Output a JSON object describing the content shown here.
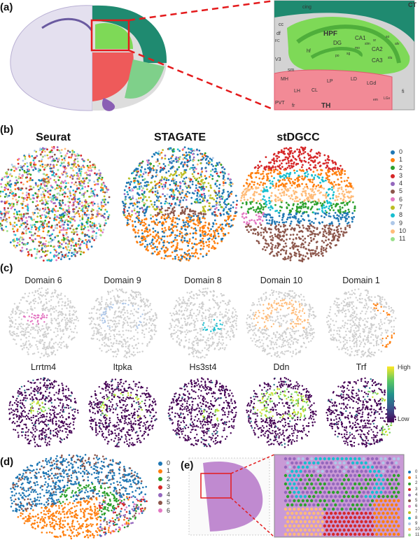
{
  "panels": {
    "a": "(a)",
    "b": "(b)",
    "c": "(c)",
    "d": "(d)",
    "e": "(e)"
  },
  "atlas_inset": {
    "regions": [
      "HPF",
      "DG",
      "CA1",
      "CA2",
      "CA3",
      "TH",
      "LP",
      "LD",
      "LGd",
      "LH",
      "MH",
      "CL",
      "PVT",
      "cc",
      "cing",
      "V3",
      "fi",
      "fr",
      "sm",
      "hf",
      "sr",
      "sg",
      "po",
      "mo",
      "slm",
      "slu",
      "df",
      "FC",
      "LGv",
      "em",
      "so",
      "alv",
      "CT"
    ]
  },
  "b": {
    "titles": [
      "Seurat",
      "STAGATE",
      "stDGCC"
    ],
    "legend": [
      "0",
      "1",
      "2",
      "3",
      "4",
      "5",
      "6",
      "7",
      "8",
      "9",
      "10",
      "11"
    ]
  },
  "c": {
    "domains": [
      "Domain 6",
      "Domain 9",
      "Domain 8",
      "Domain 10",
      "Domain 1"
    ],
    "domain_ids": [
      6,
      9,
      8,
      10,
      1
    ],
    "genes": [
      "Lrrtm4",
      "Itpka",
      "Hs3st4",
      "Ddn",
      "Trf"
    ],
    "colorbar": {
      "high": "High",
      "low": "Low"
    }
  },
  "d": {
    "legend": [
      "0",
      "1",
      "2",
      "3",
      "4",
      "5",
      "6"
    ]
  },
  "e": {
    "legend": [
      "0",
      "1",
      "2",
      "3",
      "4",
      "5",
      "6",
      "7",
      "8",
      "9",
      "10",
      "11"
    ]
  },
  "colors": {
    "clusters": [
      "#1f77b4",
      "#ff7f0e",
      "#2ca02c",
      "#d62728",
      "#9467bd",
      "#8c564b",
      "#e377c2",
      "#bcbd22",
      "#17becf",
      "#aec7e8",
      "#ffbb78",
      "#98df8a"
    ],
    "highlight": "#e41a1c",
    "hpf": "#7ed957",
    "th": "#f28a96"
  }
}
